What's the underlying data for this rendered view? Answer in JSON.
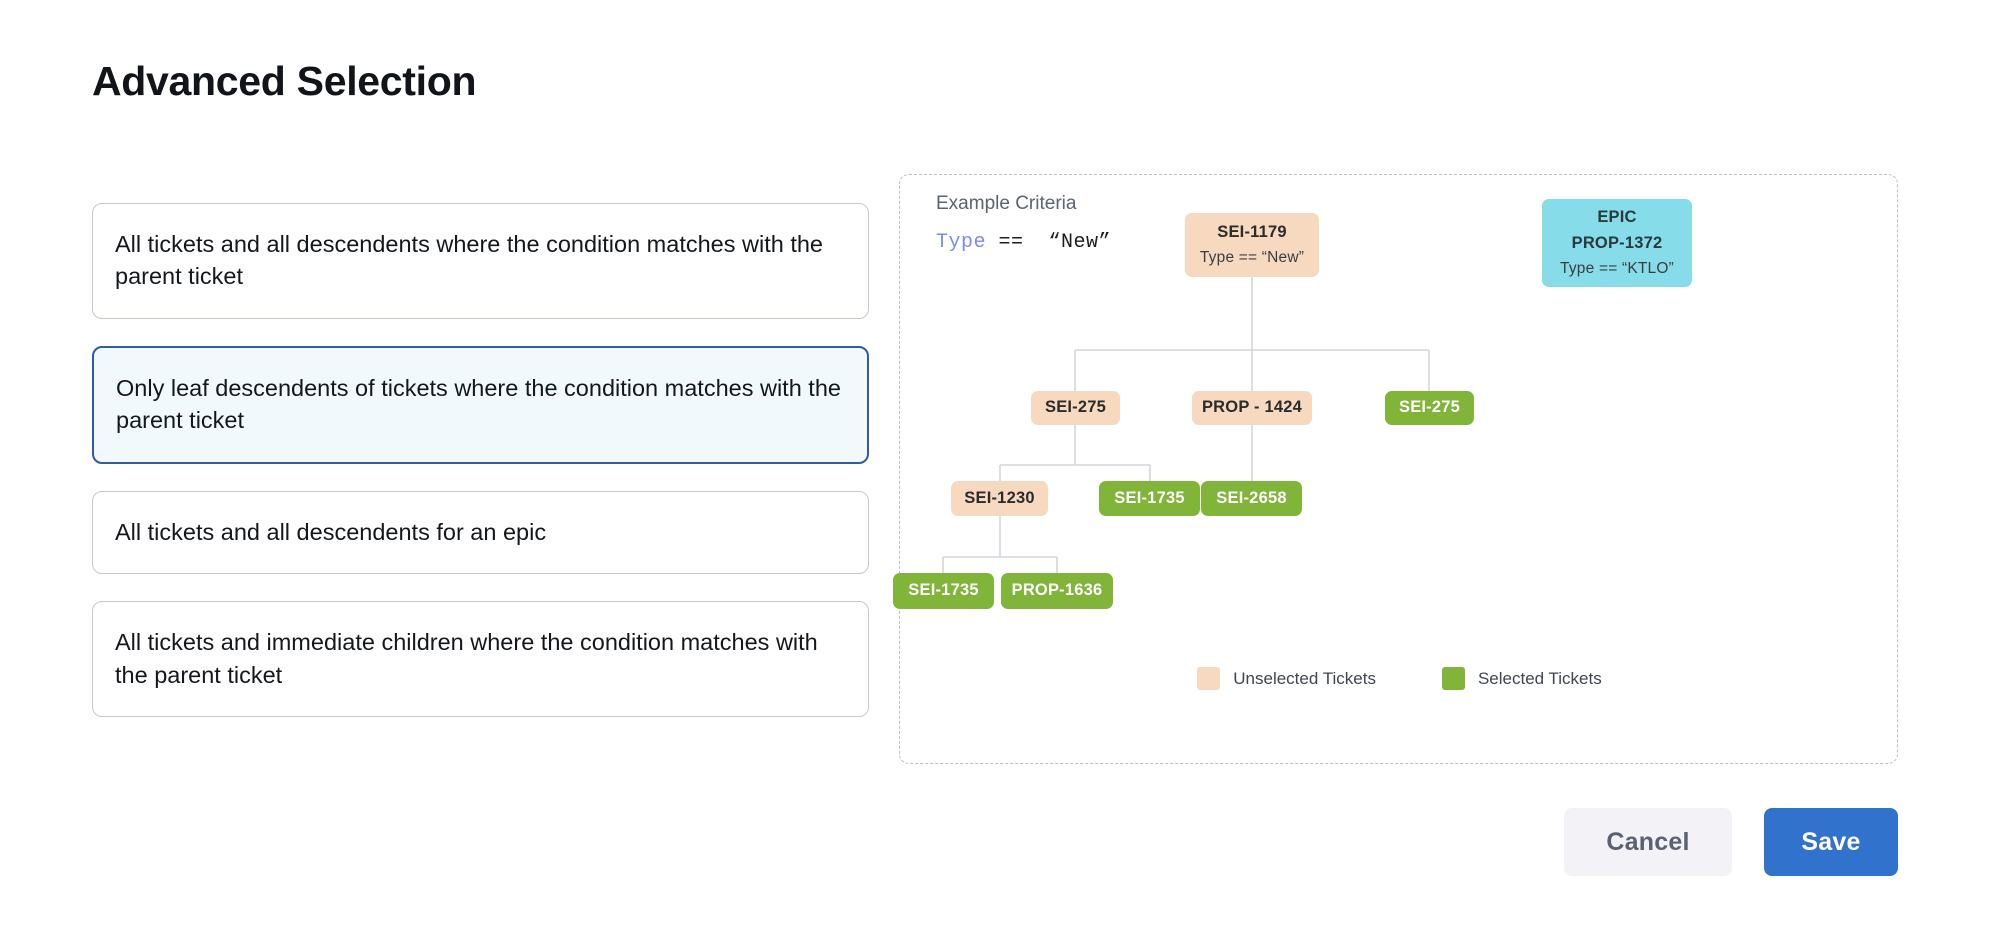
{
  "page_title": "Advanced Selection",
  "options": [
    {
      "label": "All tickets and all descendents where the condition matches with the parent ticket",
      "selected": false
    },
    {
      "label": "Only leaf descendents of tickets where the condition matches with the parent ticket",
      "selected": true
    },
    {
      "label": "All tickets and all descendents for an epic",
      "selected": false
    },
    {
      "label": "All tickets and immediate children where the condition matches with the parent ticket",
      "selected": false
    }
  ],
  "diagram": {
    "criteria_label": "Example Criteria",
    "criteria_keyword": "Type",
    "criteria_rest": " ==  “New”",
    "nodes": {
      "root": {
        "title": "SEI-1179",
        "sub": "Type == “New”",
        "state": "unselected"
      },
      "epic": {
        "title": "EPIC",
        "sub2": "PROP-1372",
        "sub": "Type == “KTLO”",
        "state": "epic"
      },
      "r2_left": {
        "title": "SEI-275",
        "state": "unselected"
      },
      "r2_mid": {
        "title": "PROP - 1424",
        "state": "unselected"
      },
      "r2_right": {
        "title": "SEI-275",
        "state": "selected"
      },
      "r3_left": {
        "title": "SEI-1230",
        "state": "unselected"
      },
      "r3_mid": {
        "title": "SEI-1735",
        "state": "selected"
      },
      "r3_right": {
        "title": "SEI-2658",
        "state": "selected"
      },
      "r4_left": {
        "title": "SEI-1735",
        "state": "selected"
      },
      "r4_right": {
        "title": "PROP-1636",
        "state": "selected"
      }
    },
    "legend": [
      {
        "label": "Unselected Tickets",
        "color": "#f7d9bf"
      },
      {
        "label": "Selected Tickets",
        "color": "#80b53a"
      }
    ]
  },
  "footer": {
    "cancel_label": "Cancel",
    "save_label": "Save"
  },
  "colors": {
    "accent": "#3072cc",
    "selected_card_border": "#2f5ca8",
    "selected_card_bg": "#f2f9fc",
    "unselected_ticket": "#f7d9bf",
    "selected_ticket": "#80b53a",
    "epic_ticket": "#86dce8",
    "connector": "#d2d5dc"
  }
}
